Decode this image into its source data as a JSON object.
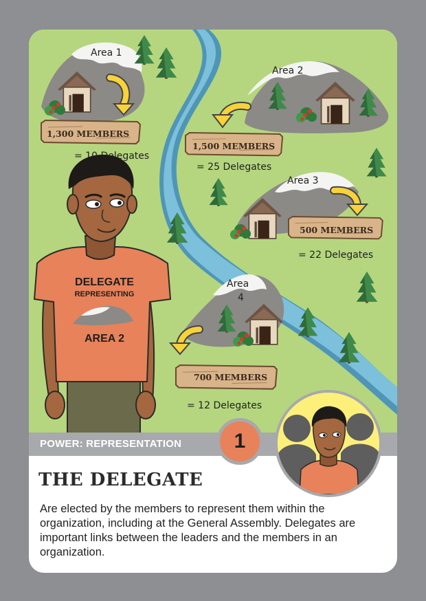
{
  "card": {
    "power_label": "POWER: REPRESENTATION",
    "number": "1",
    "title": "THE DELEGATE",
    "description": "Are elected by the members  to represent them within the organization, including at the General Assembly. Delegates are important links between the  leaders and the members in an organization."
  },
  "shirt": {
    "line1": "DELEGATE",
    "line2": "REPRESENTING",
    "line3": "AREA 2"
  },
  "areas": [
    {
      "name": "Area 1",
      "members": "1,300 MEMBERS",
      "delegates": "= 10 Delegates"
    },
    {
      "name": "Area 2",
      "members": "1,500 MEMBERS",
      "delegates": "= 25 Delegates"
    },
    {
      "name": "Area 3",
      "members": "500 MEMBERS",
      "delegates": "= 22 Delegates"
    },
    {
      "name_line1": "Area",
      "name_line2": "4",
      "members": "700 MEMBERS",
      "delegates": "= 12 Delegates"
    }
  ],
  "colors": {
    "background": "#8d8f92",
    "grass": "#b5d67e",
    "river": "#6fb1cf",
    "mountain": "#8b8a87",
    "shirt": "#e8825a",
    "band": "#a7a9ac",
    "portrait_bg": "#fdf07a",
    "arrow": "#f7d23a"
  }
}
